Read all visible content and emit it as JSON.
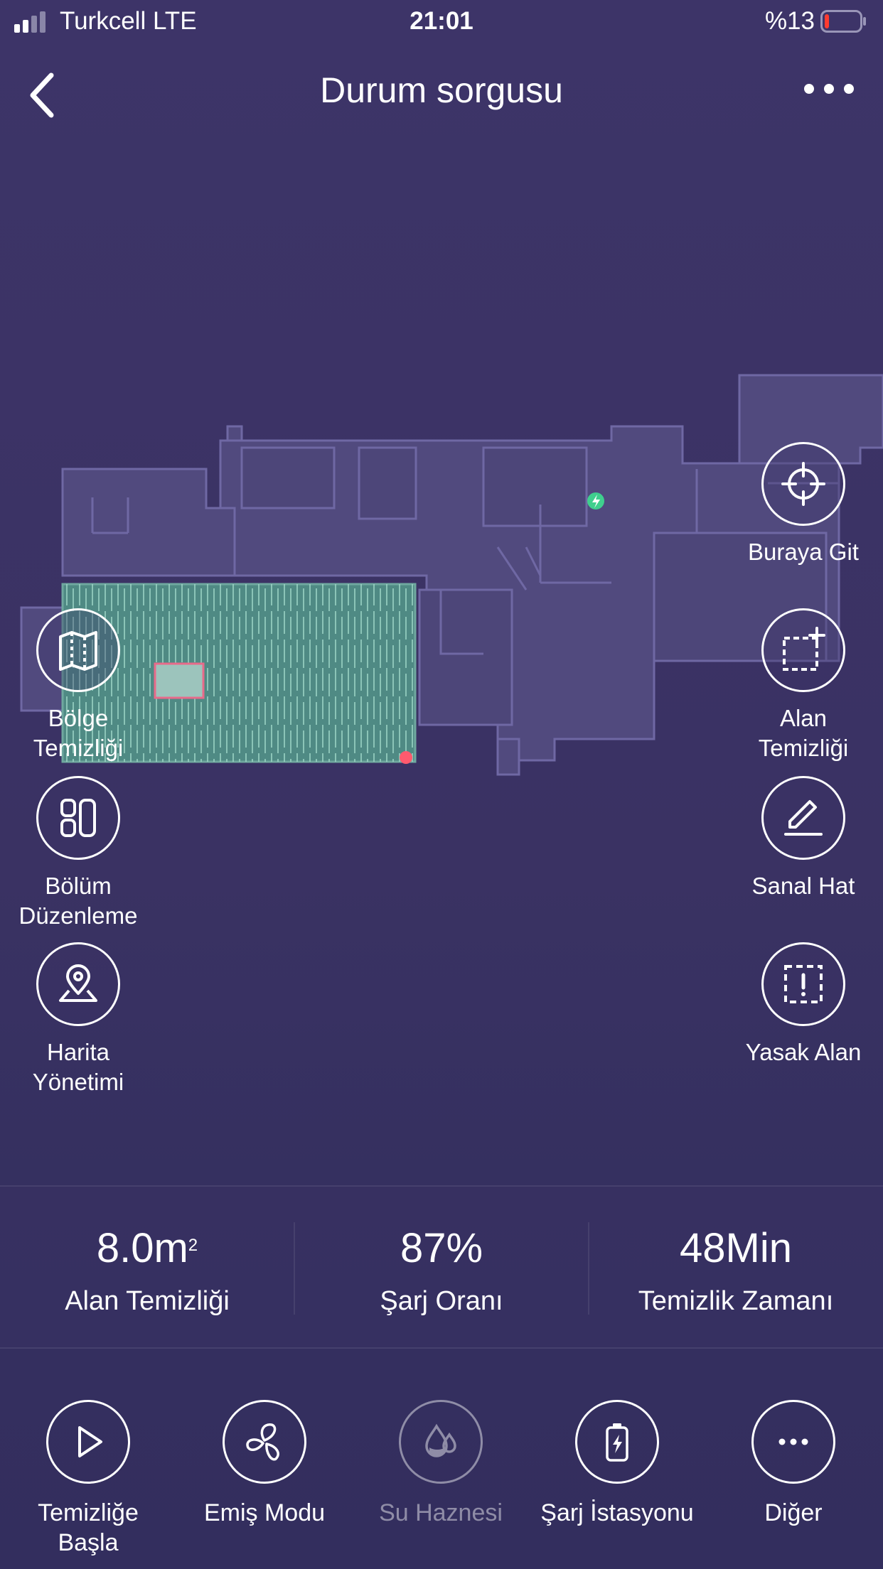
{
  "status_bar": {
    "carrier": "Turkcell  LTE",
    "time": "21:01",
    "battery_percent": "%13",
    "battery_level": 0.13,
    "battery_color": "#ff3b30"
  },
  "header": {
    "title": "Durum sorgusu",
    "back_icon": "chevron-left-icon",
    "more_icon": "more-horizontal-icon"
  },
  "colors": {
    "map_fill": "#514a7e",
    "map_outline": "#6f68a4",
    "cleaned_area": "#4f8a84",
    "dock": "#3fcf8e",
    "robot": "#ff5a6e"
  },
  "map_tools": {
    "left": [
      {
        "label": "Bölge\nTemizliği",
        "icon": "map-icon"
      },
      {
        "label": "Bölüm\nDüzenleme",
        "icon": "rooms-icon"
      },
      {
        "label": "Harita\nYönetimi",
        "icon": "map-pin-icon"
      }
    ],
    "right": [
      {
        "label": "Buraya Git",
        "icon": "crosshair-icon"
      },
      {
        "label": "Alan\nTemizliği",
        "icon": "zone-add-icon"
      },
      {
        "label": "Sanal Hat",
        "icon": "pencil-icon"
      },
      {
        "label": "Yasak Alan",
        "icon": "no-go-zone-icon"
      }
    ]
  },
  "stats": [
    {
      "value": "8.0m",
      "superscript": "2",
      "label": "Alan Temizliği"
    },
    {
      "value": "87%",
      "superscript": "",
      "label": "Şarj Oranı"
    },
    {
      "value": "48Min",
      "superscript": "",
      "label": "Temizlik Zamanı"
    }
  ],
  "bottom_bar": [
    {
      "label": "Temizliğe\nBaşla",
      "icon": "play-icon",
      "enabled": true
    },
    {
      "label": "Emiş Modu",
      "icon": "fan-icon",
      "enabled": true
    },
    {
      "label": "Su Haznesi",
      "icon": "water-tank-icon",
      "enabled": false
    },
    {
      "label": "Şarj İstasyonu",
      "icon": "charging-station-icon",
      "enabled": true
    },
    {
      "label": "Diğer",
      "icon": "more-icon",
      "enabled": true
    }
  ]
}
